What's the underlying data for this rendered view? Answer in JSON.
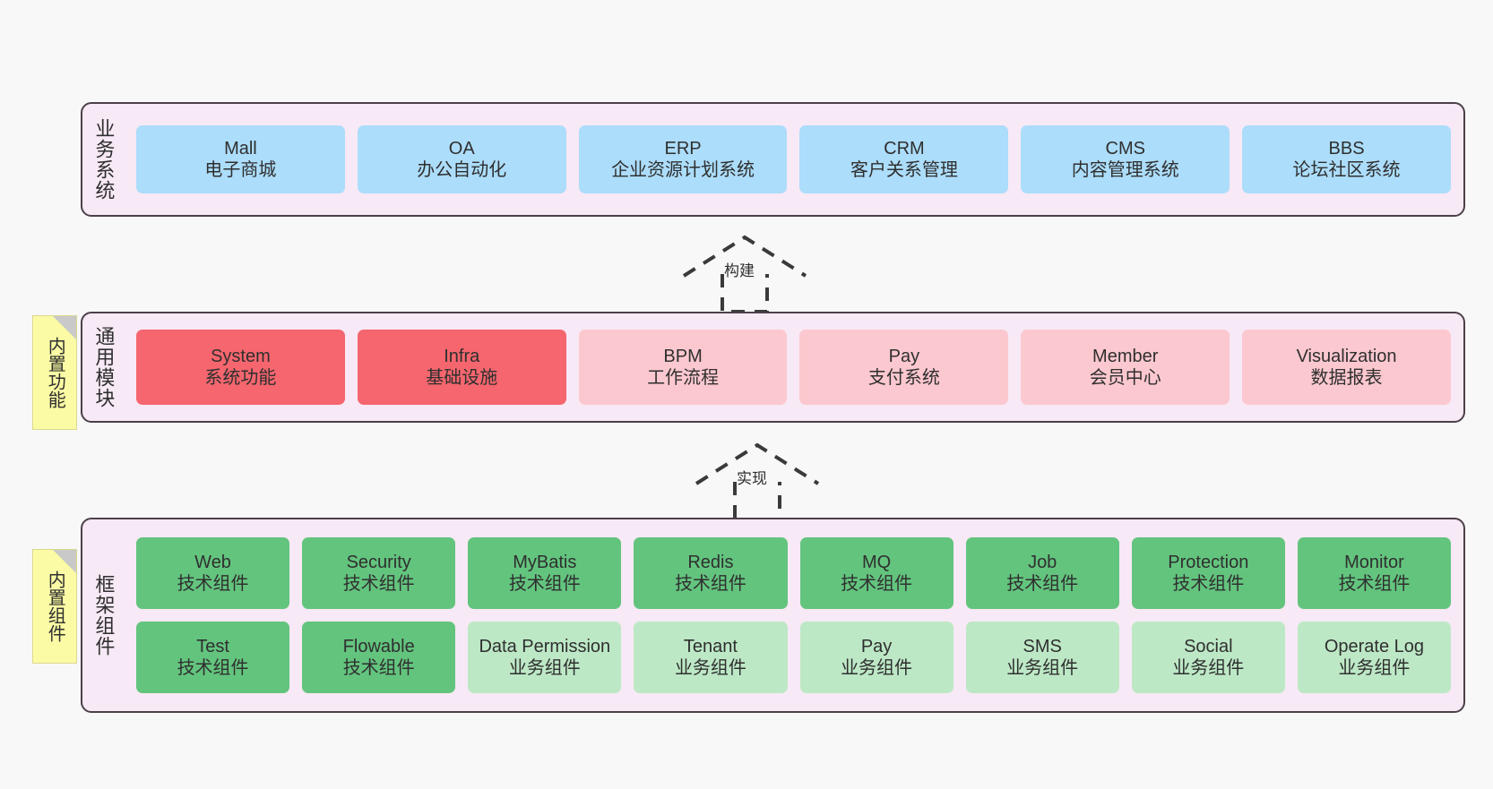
{
  "diagram": {
    "background": "#f8f8f8",
    "panel_bg": "#f7e9f5",
    "panel_border": "#4c4049"
  },
  "layers": [
    {
      "id": "business",
      "title": "业务系统",
      "note": null,
      "rows": [
        {
          "cards": [
            {
              "title": "Mall",
              "sub": "电子商城",
              "color": "#ACDDFB",
              "style": "c-blue"
            },
            {
              "title": "OA",
              "sub": "办公自动化",
              "color": "#ACDDFB",
              "style": "c-blue"
            },
            {
              "title": "ERP",
              "sub": "企业资源计划系统",
              "color": "#ACDDFB",
              "style": "c-blue"
            },
            {
              "title": "CRM",
              "sub": "客户关系管理",
              "color": "#ACDDFB",
              "style": "c-blue"
            },
            {
              "title": "CMS",
              "sub": "内容管理系统",
              "color": "#ACDDFB",
              "style": "c-blue"
            },
            {
              "title": "BBS",
              "sub": "论坛社区系统",
              "color": "#ACDDFB",
              "style": "c-blue"
            }
          ]
        }
      ]
    },
    {
      "id": "modules",
      "title": "通用模块",
      "note": "内置功能",
      "rows": [
        {
          "cards": [
            {
              "title": "System",
              "sub": "系统功能",
              "color": "#F5666E",
              "style": "c-red"
            },
            {
              "title": "Infra",
              "sub": "基础设施",
              "color": "#F5666E",
              "style": "c-red"
            },
            {
              "title": "BPM",
              "sub": "工作流程",
              "color": "#FCC8CF",
              "style": "c-pink"
            },
            {
              "title": "Pay",
              "sub": "支付系统",
              "color": "#FCC8CF",
              "style": "c-pink"
            },
            {
              "title": "Member",
              "sub": "会员中心",
              "color": "#FCC8CF",
              "style": "c-pink"
            },
            {
              "title": "Visualization",
              "sub": "数据报表",
              "color": "#FCC8CF",
              "style": "c-pink"
            }
          ]
        }
      ]
    },
    {
      "id": "framework",
      "title": "框架组件",
      "note": "内置组件",
      "rows": [
        {
          "cards": [
            {
              "title": "Web",
              "sub": "技术组件",
              "color": "#63C47E",
              "style": "c-green"
            },
            {
              "title": "Security",
              "sub": "技术组件",
              "color": "#63C47E",
              "style": "c-green"
            },
            {
              "title": "MyBatis",
              "sub": "技术组件",
              "color": "#63C47E",
              "style": "c-green"
            },
            {
              "title": "Redis",
              "sub": "技术组件",
              "color": "#63C47E",
              "style": "c-green"
            },
            {
              "title": "MQ",
              "sub": "技术组件",
              "color": "#63C47E",
              "style": "c-green"
            },
            {
              "title": "Job",
              "sub": "技术组件",
              "color": "#63C47E",
              "style": "c-green"
            },
            {
              "title": "Protection",
              "sub": "技术组件",
              "color": "#63C47E",
              "style": "c-green"
            },
            {
              "title": "Monitor",
              "sub": "技术组件",
              "color": "#63C47E",
              "style": "c-green"
            }
          ]
        },
        {
          "cards": [
            {
              "title": "Test",
              "sub": "技术组件",
              "color": "#63C47E",
              "style": "c-green"
            },
            {
              "title": "Flowable",
              "sub": "技术组件",
              "color": "#63C47E",
              "style": "c-green"
            },
            {
              "title": "Data Permission",
              "sub": "业务组件",
              "color": "#BDE8C6",
              "style": "c-lgreen"
            },
            {
              "title": "Tenant",
              "sub": "业务组件",
              "color": "#BDE8C6",
              "style": "c-lgreen"
            },
            {
              "title": "Pay",
              "sub": "业务组件",
              "color": "#BDE8C6",
              "style": "c-lgreen"
            },
            {
              "title": "SMS",
              "sub": "业务组件",
              "color": "#BDE8C6",
              "style": "c-lgreen"
            },
            {
              "title": "Social",
              "sub": "业务组件",
              "color": "#BDE8C6",
              "style": "c-lgreen"
            },
            {
              "title": "Operate Log",
              "sub": "业务组件",
              "color": "#BDE8C6",
              "style": "c-lgreen"
            }
          ]
        }
      ]
    }
  ],
  "arrows": [
    {
      "id": "build",
      "label": "构建",
      "from": "modules",
      "to": "business"
    },
    {
      "id": "implement",
      "label": "实现",
      "from": "framework",
      "to": "modules"
    }
  ]
}
